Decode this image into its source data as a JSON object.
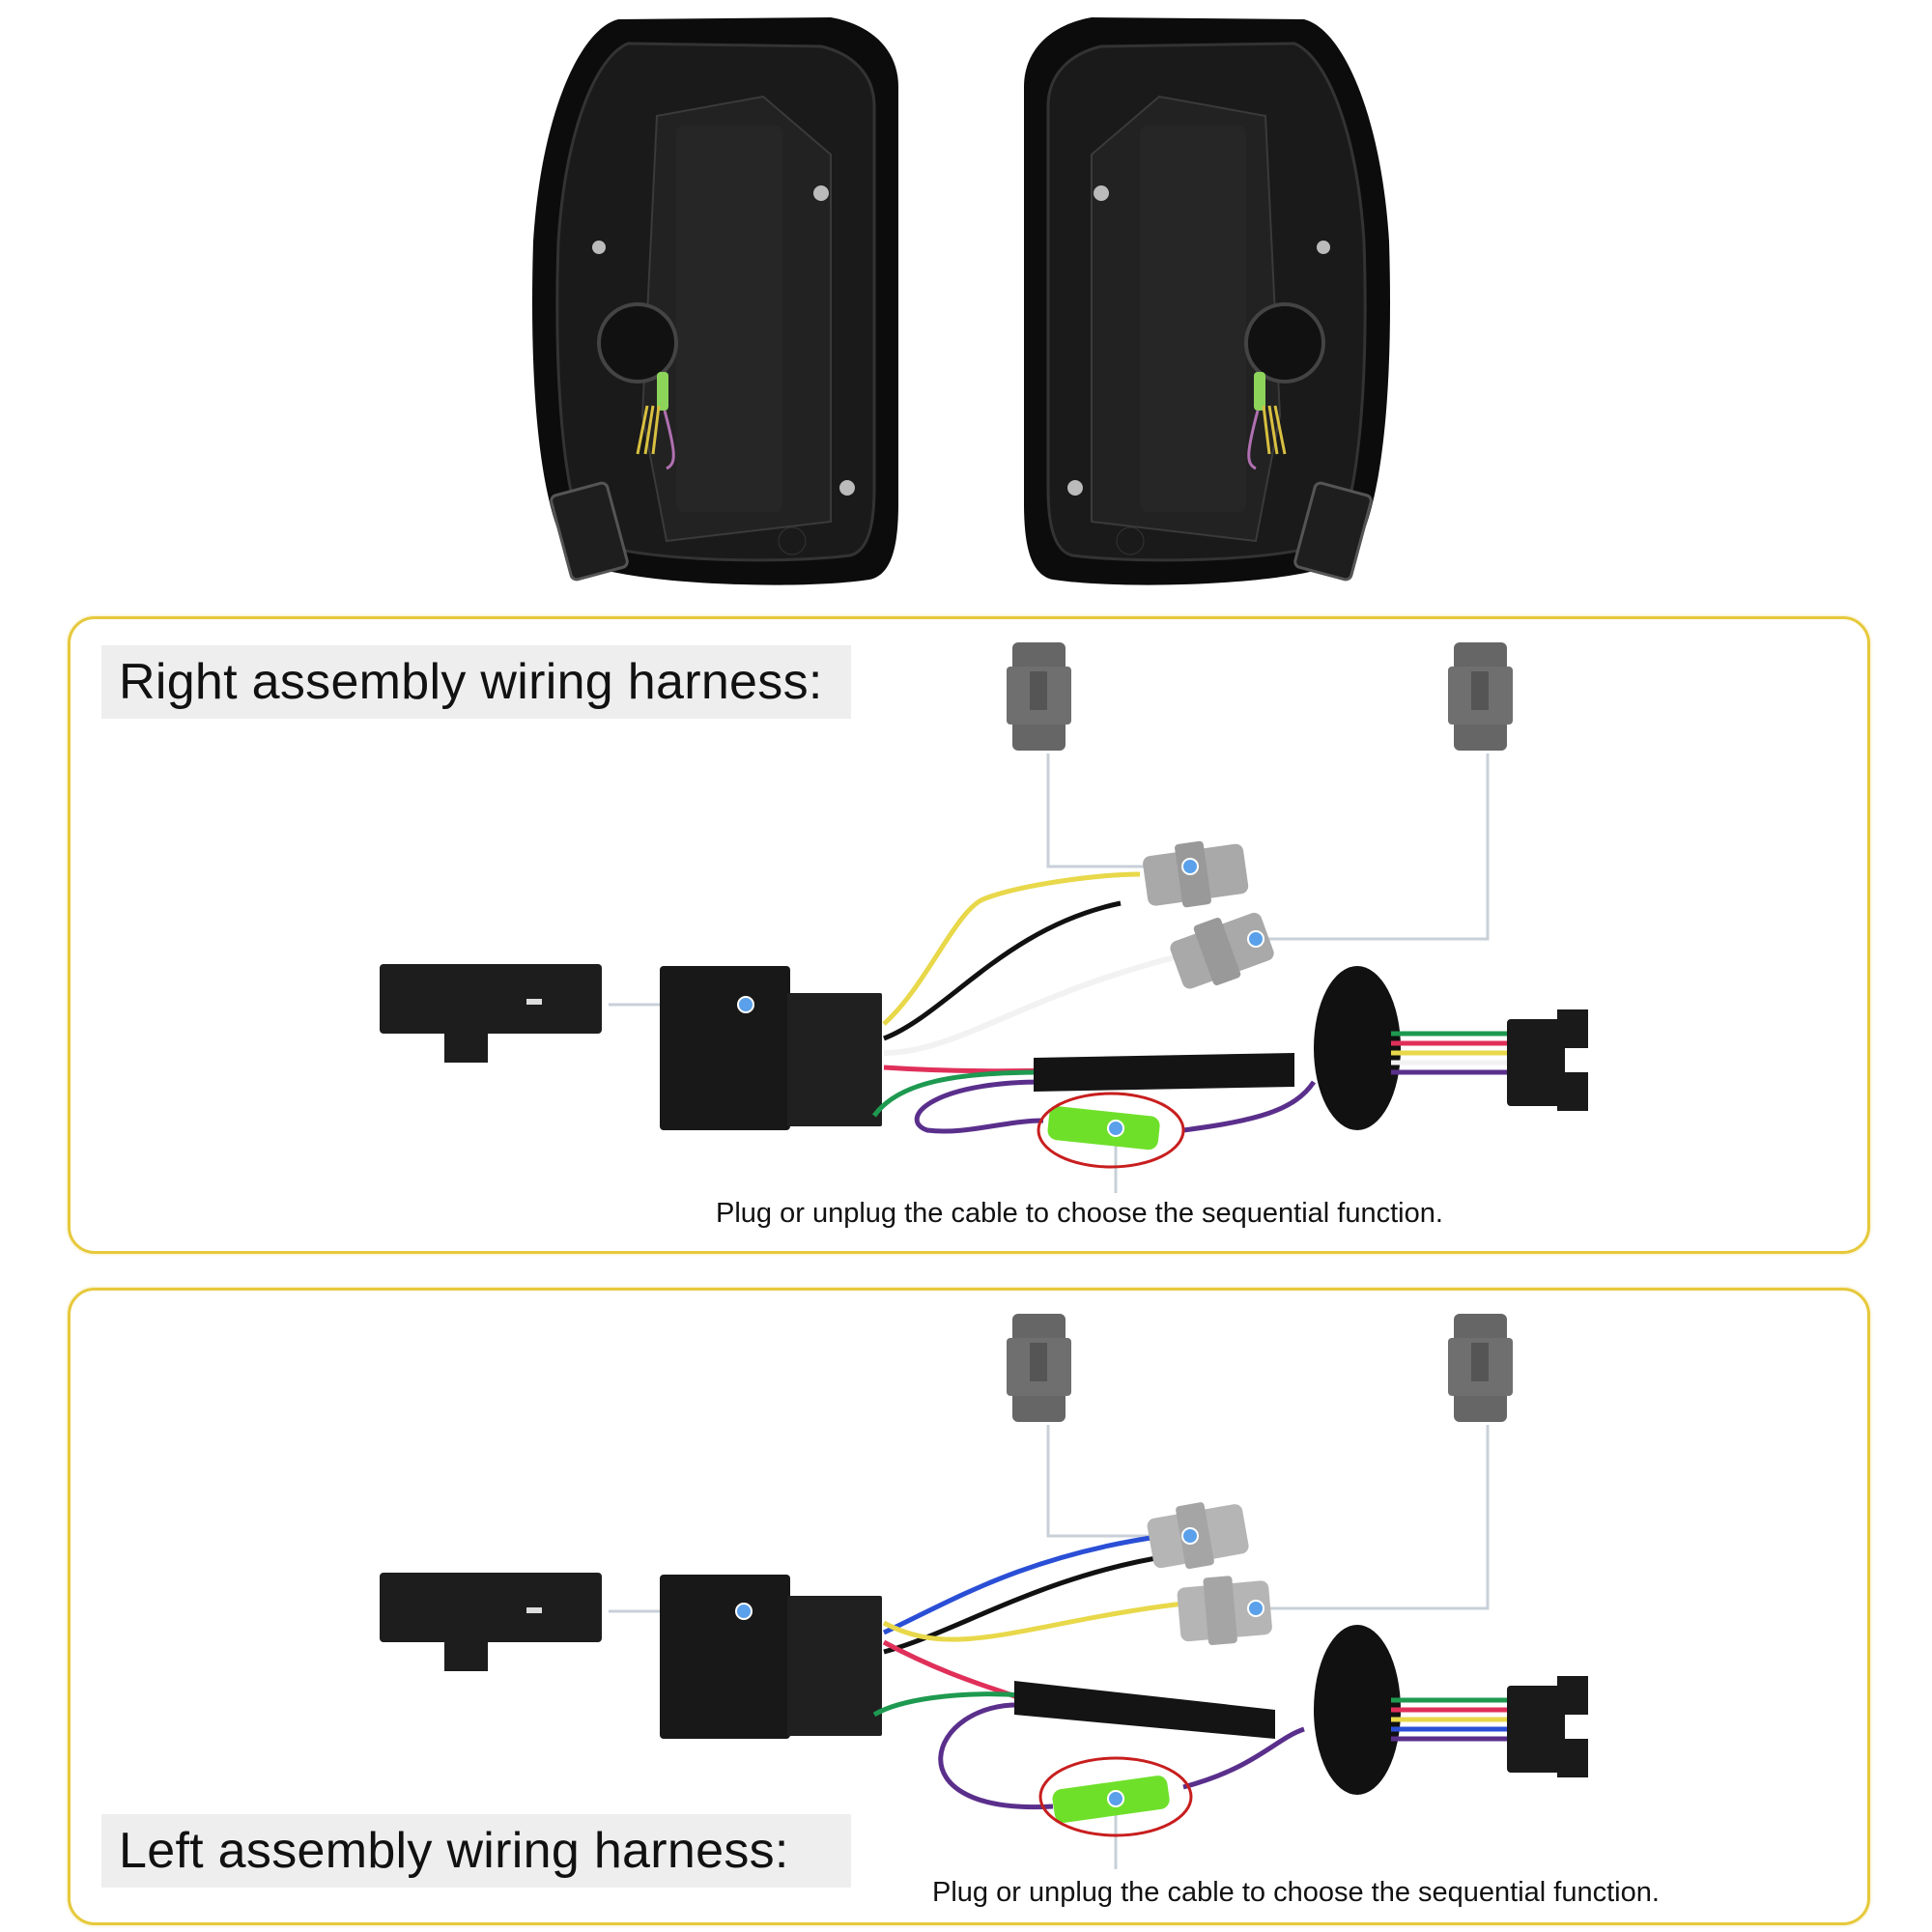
{
  "product_photos": {
    "items": [
      {
        "name": "left-tail-light-rear-view"
      },
      {
        "name": "right-tail-light-rear-view"
      }
    ]
  },
  "panels": [
    {
      "id": "right",
      "title": "Right assembly wiring harness:",
      "caption": "Plug or unplug the cable to choose the sequential function.",
      "wire_colors": [
        "#e8d84a",
        "#111111",
        "#f2f2f2",
        "#e0305a",
        "#1e9a50",
        "#5a2f8c"
      ]
    },
    {
      "id": "left",
      "title": "Left assembly wiring harness:",
      "caption": "Plug or unplug the cable to choose the sequential function.",
      "wire_colors": [
        "#2a4fd6",
        "#111111",
        "#e8d84a",
        "#e0305a",
        "#1e9a50",
        "#5a2f8c"
      ]
    }
  ],
  "colors": {
    "panel_border": "#e6c93c",
    "title_bg": "#eeeeee",
    "callout_dot": "#5aa0ea",
    "callout_line": "#c8d0d8",
    "highlight_ring": "#c81e1e",
    "fuse_green": "#6fe02a"
  }
}
